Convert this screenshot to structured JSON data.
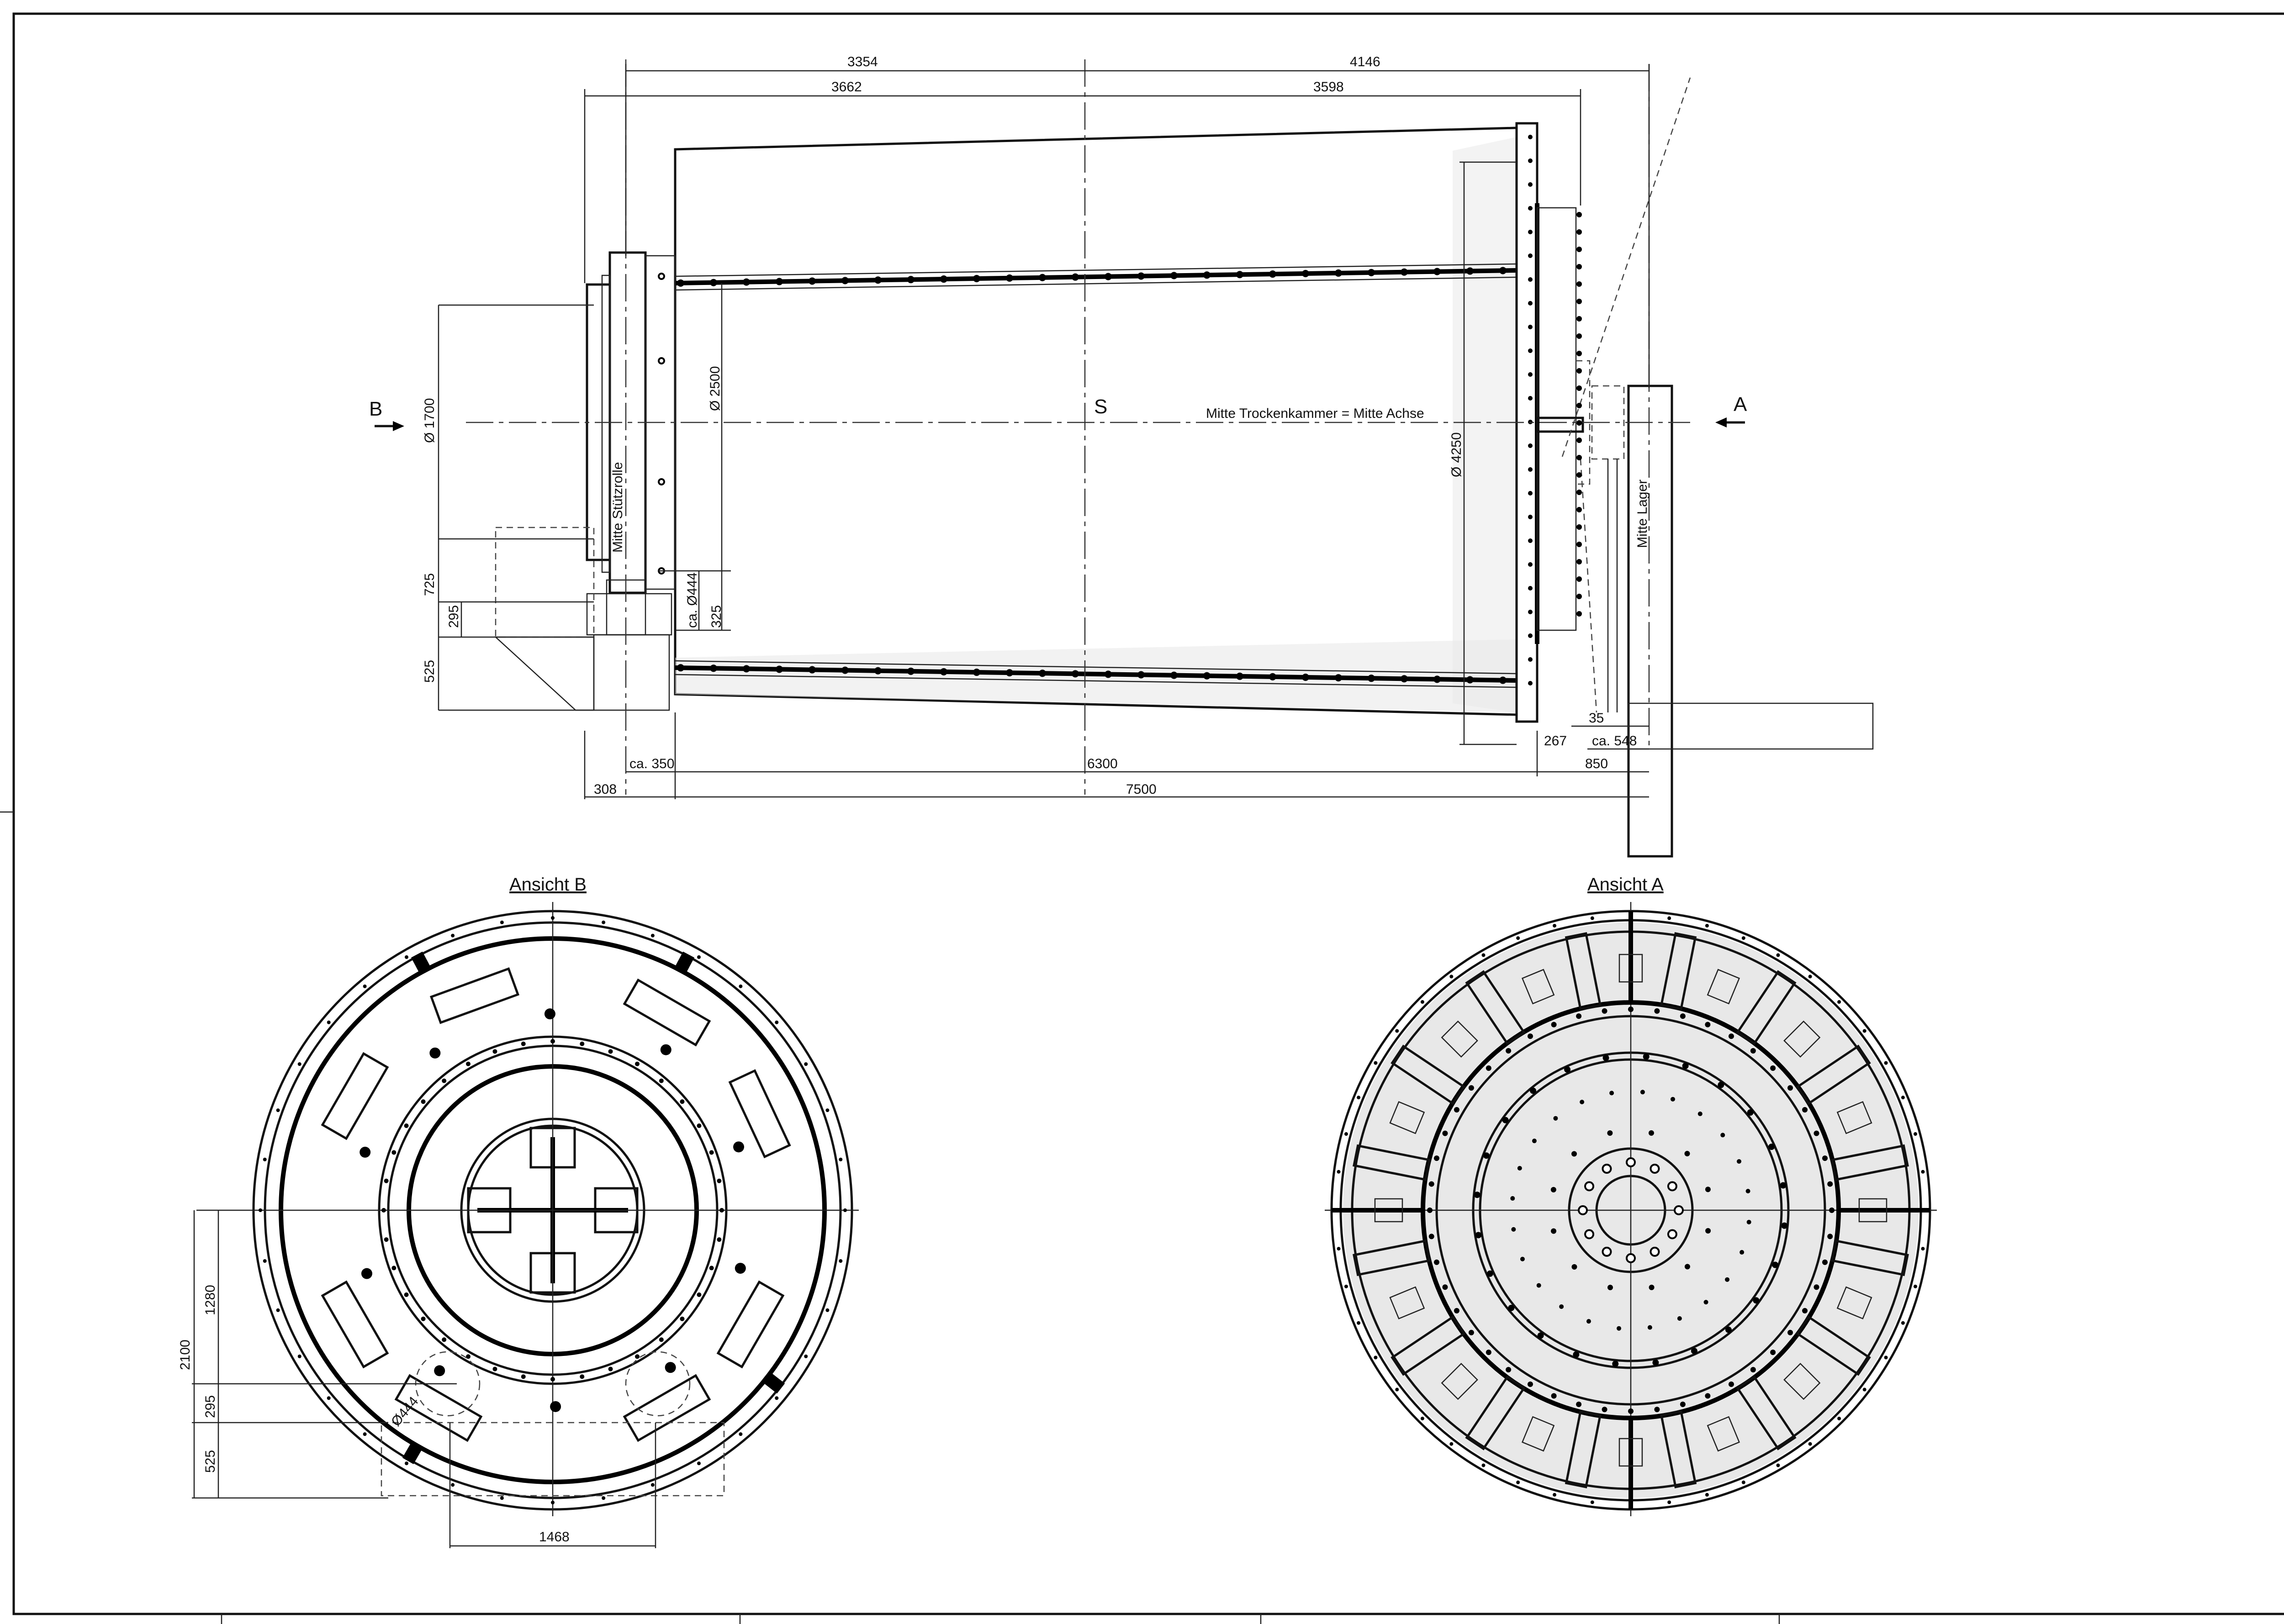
{
  "side_view": {
    "section_marker_left": "B",
    "section_marker_right": "A",
    "center_mark": "S",
    "axis_label": "Mitte Trockenkammer = Mitte Achse",
    "roller_label": "Mitte Stützrolle",
    "bearing_label": "Mitte Lager",
    "dimensions": {
      "top_left": "3354",
      "top_right": "4146",
      "second_left": "3662",
      "second_right": "3598",
      "dia_1700": "Ø 1700",
      "dia_2500": "Ø 2500",
      "dia_4250": "Ø 4250",
      "dia_444": "ca. Ø444",
      "h_725": "725",
      "h_295": "295",
      "h_525": "525",
      "h_325": "325",
      "b_35": "35",
      "b_267": "267",
      "b_548": "ca. 548",
      "b_350": "ca. 350",
      "b_6300": "6300",
      "b_850": "850",
      "b_308": "308",
      "b_7500": "7500"
    }
  },
  "view_b": {
    "title": "Ansicht B",
    "dimensions": {
      "v_2100": "2100",
      "v_1280": "1280",
      "v_295": "295",
      "v_525": "525",
      "h_1468": "1468",
      "dia_444": "Ø444"
    }
  },
  "view_a": {
    "title": "Ansicht A"
  }
}
